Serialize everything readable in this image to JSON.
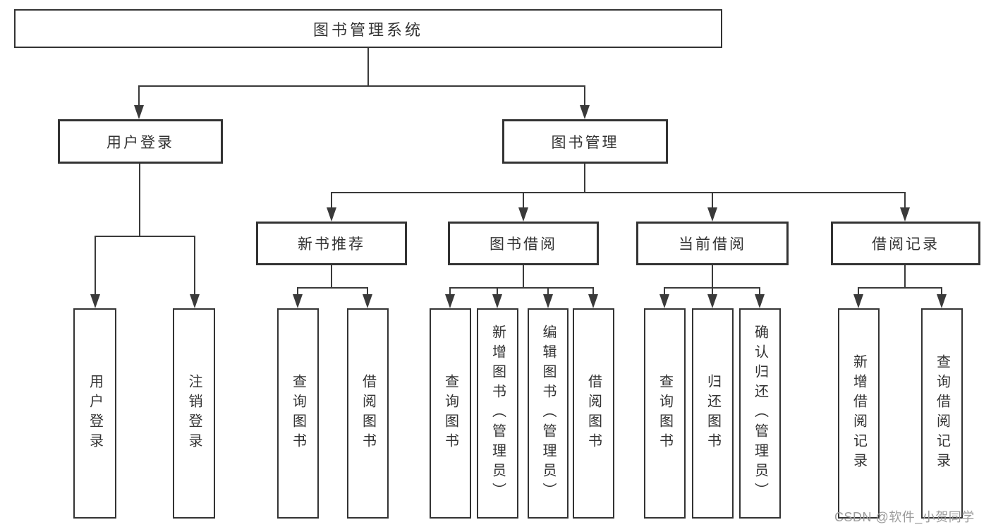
{
  "colors": {
    "line": "#3a3a3a",
    "box-border": "#333333",
    "box-bg": "#ffffff",
    "text": "#333333",
    "watermark": "#9c9c9c",
    "page-bg": "#ffffff"
  },
  "diagram": {
    "type": "hierarchy-tree",
    "root": {
      "label": "图书管理系统"
    },
    "level2": [
      {
        "id": "user-login",
        "label": "用户登录"
      },
      {
        "id": "book-management",
        "label": "图书管理"
      }
    ],
    "level3": [
      {
        "id": "new-book-recommend",
        "parent": "图书管理",
        "label": "新书推荐"
      },
      {
        "id": "book-borrowing",
        "parent": "图书管理",
        "label": "图书借阅"
      },
      {
        "id": "current-borrowing",
        "parent": "图书管理",
        "label": "当前借阅"
      },
      {
        "id": "borrowing-records",
        "parent": "图书管理",
        "label": "借阅记录"
      }
    ],
    "leaves": [
      {
        "id": "leaf-user-login",
        "parent": "用户登录",
        "label": "用户登录"
      },
      {
        "id": "leaf-logout",
        "parent": "用户登录",
        "label": "注销登录"
      },
      {
        "id": "leaf-query-books-1",
        "parent": "新书推荐",
        "label": "查询图书"
      },
      {
        "id": "leaf-borrow-books-1",
        "parent": "新书推荐",
        "label": "借阅图书"
      },
      {
        "id": "leaf-query-books-2",
        "parent": "图书借阅",
        "label": "查询图书"
      },
      {
        "id": "leaf-add-book-admin",
        "parent": "图书借阅",
        "label": "新增图书（管理员）"
      },
      {
        "id": "leaf-edit-book-admin",
        "parent": "图书借阅",
        "label": "编辑图书（管理员）"
      },
      {
        "id": "leaf-borrow-books-2",
        "parent": "图书借阅",
        "label": "借阅图书"
      },
      {
        "id": "leaf-query-books-3",
        "parent": "当前借阅",
        "label": "查询图书"
      },
      {
        "id": "leaf-return-book",
        "parent": "当前借阅",
        "label": "归还图书"
      },
      {
        "id": "leaf-confirm-return-admin",
        "parent": "当前借阅",
        "label": "确认归还（管理员）"
      },
      {
        "id": "leaf-add-borrow-record",
        "parent": "借阅记录",
        "label": "新增借阅记录"
      },
      {
        "id": "leaf-query-borrow-record",
        "parent": "借阅记录",
        "label": "查询借阅记录"
      }
    ]
  },
  "watermark": {
    "text": "CSDN @软件_小贺同学"
  }
}
